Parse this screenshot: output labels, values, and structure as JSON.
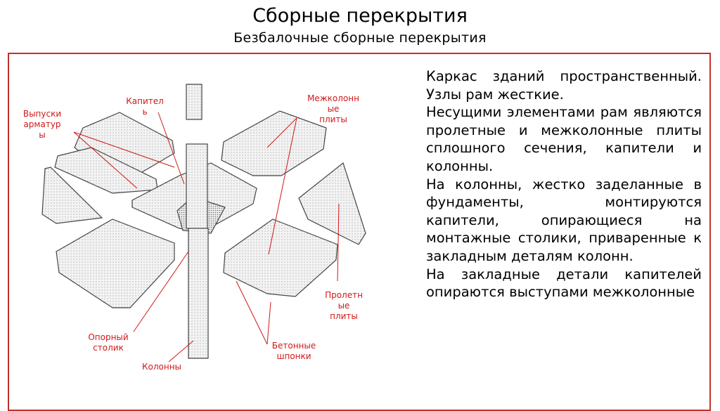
{
  "title": "Сборные перекрытия",
  "subtitle": "Безбалочные сборные перекрытия",
  "labels": {
    "vypuski": "Выпуски\nарматур\nы",
    "kapitel": "Капител\nь",
    "mezhkolonnye": "Межколонн\nые\nплиты",
    "proletnye": "Пролетн\nые\nплиты",
    "opornyi": "Опорный\nстолик",
    "betonnye": "Бетонные\nшпонки",
    "kolonny": "Колонны"
  },
  "paragraphs": [
    "Каркас зданий пространственный. Узлы рам жесткие.",
    "Несущими элементами рам являются пролетные и межколонные плиты сплошного сечения, капители и колонны.",
    "На колонны, жестко заделанные в фундаменты, монтируются капители, опирающиеся на монтажные столики, приваренные к закладным деталям колонн.",
    "На закладные детали капителей опираются выступами межколонные"
  ],
  "colors": {
    "accent": "#d01818",
    "frame": "#c0312f"
  }
}
